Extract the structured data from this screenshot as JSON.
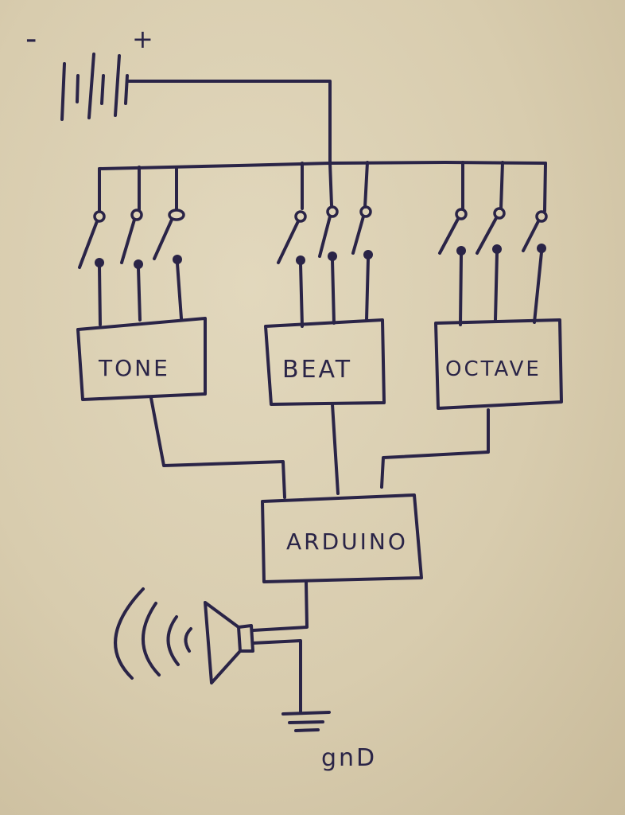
{
  "battery": {
    "minus_label": "-",
    "plus_label": "+"
  },
  "blocks": {
    "tone": "TONE",
    "beat": "BEAT",
    "octave": "OCTAVE",
    "arduino": "ARDUINO"
  },
  "ground": {
    "label": "gnD"
  },
  "colors": {
    "ink": "#2a2447",
    "paper": "#d9cdb0"
  }
}
